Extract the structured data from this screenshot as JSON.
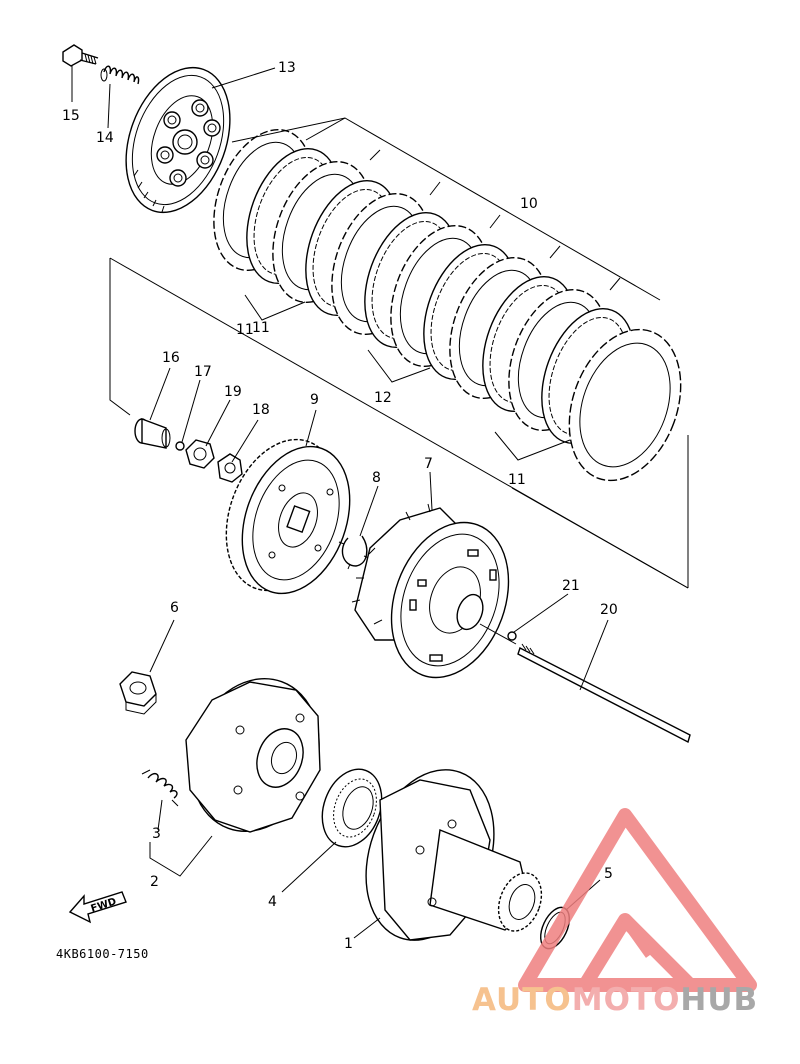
{
  "diagram": {
    "callouts": [
      "15",
      "14",
      "13",
      "10",
      "11",
      "11",
      "12",
      "11",
      "16",
      "17",
      "19",
      "18",
      "9",
      "8",
      "7",
      "21",
      "20",
      "6",
      "3",
      "2",
      "4",
      "1",
      "5"
    ],
    "diagram_code": "4KB6100-7150",
    "fwd_label": "FWD"
  },
  "watermark": {
    "part1": "AUTO",
    "part2": "MOTO",
    "part3": "HUB",
    "colors": {
      "auto": "#f5b87c",
      "moto": "#f2a0a0",
      "hub": "#9a9a9a",
      "logo": "#ef7f7f"
    }
  }
}
